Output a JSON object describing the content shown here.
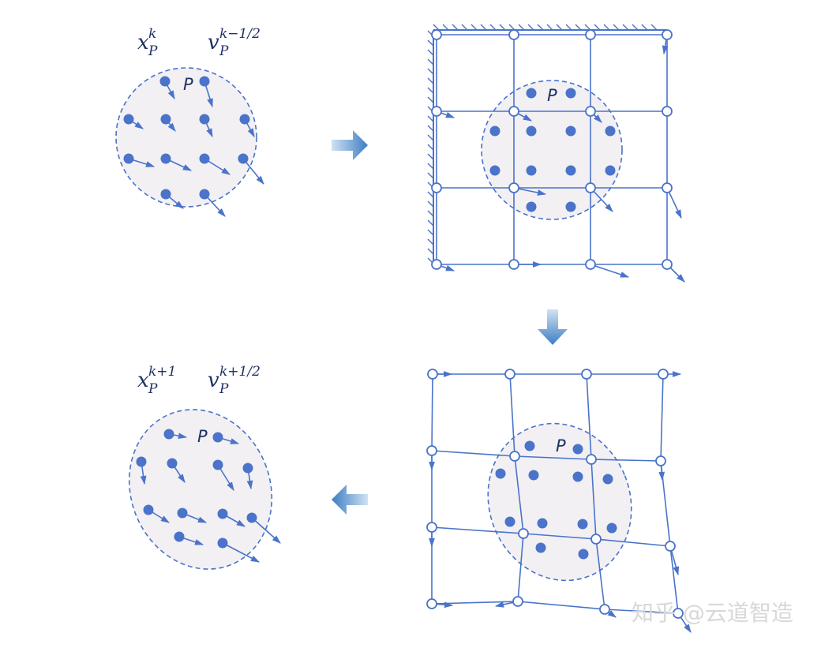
{
  "labels": {
    "p": "P",
    "initial": {
      "x_base": "x",
      "x_sub": "P",
      "x_sup": "k",
      "v_base": "v",
      "v_sub": "P",
      "v_sup": "k−1/2"
    },
    "final": {
      "x_base": "x",
      "x_sub": "P",
      "x_sup": "k+1",
      "v_base": "v",
      "v_sub": "P",
      "v_sup": "k+1/2"
    },
    "watermark": "知乎 @云道智造"
  },
  "colors": {
    "particle": "#4a73c9",
    "grid": "#4a73c9",
    "region_fill": "#f2f0f3",
    "region_stroke": "#4a73c9",
    "arrow": "#3d7dc4",
    "text": "#1f3264"
  },
  "icons": [
    "arrow-right-icon",
    "arrow-down-icon",
    "arrow-left-icon",
    "hatched-wall-icon"
  ]
}
